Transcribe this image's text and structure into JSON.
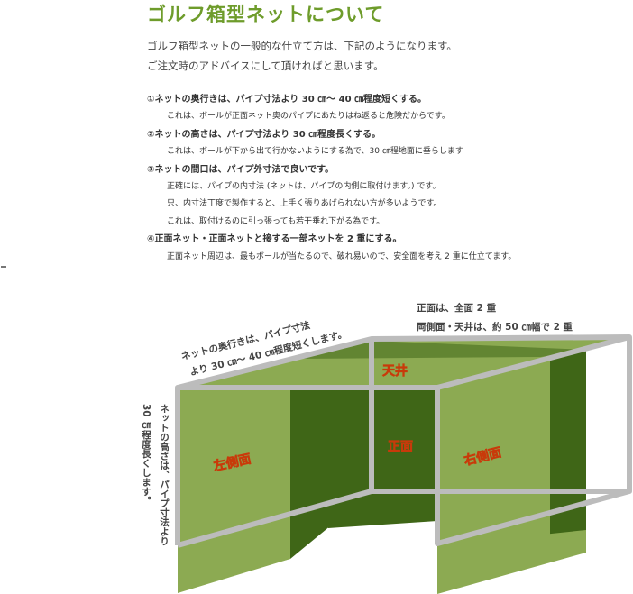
{
  "title": "ゴルフ箱型ネットについて",
  "intro": [
    "ゴルフ箱型ネットの一般的な仕立て方は、下記のようになります。",
    "ご注文時のアドバイスにして頂ければと思います。"
  ],
  "items": [
    {
      "kind": "head",
      "text": "①ネットの奥行きは、パイプ寸法より 30 ㎝～ 40 ㎝程度短くする。"
    },
    {
      "kind": "sub",
      "text": "これは、ボールが正面ネット奥のパイプにあたりはね返ると危険だからです。"
    },
    {
      "kind": "head",
      "text": "②ネットの高さは、パイプ寸法より 30 ㎝程度長くする。"
    },
    {
      "kind": "sub",
      "text": "これは、ボールが下から出て行かないようにする為で、30 ㎝程地面に垂らします"
    },
    {
      "kind": "head",
      "text": "③ネットの間口は、パイプ外寸法で良いです。"
    },
    {
      "kind": "sub",
      "text": "正確には、パイプの内寸法 (ネットは、パイプの内側に取付けます。) です。"
    },
    {
      "kind": "sub",
      "text": "只、内寸法丁度で製作すると、上手く張りあげられない方が多いようです。"
    },
    {
      "kind": "sub",
      "text": "これは、取付けるのに引っ張っても若干垂れ下がる為です。"
    },
    {
      "kind": "head",
      "text": "④正面ネット・正面ネットと接する一部ネットを 2 重にする。"
    },
    {
      "kind": "sub",
      "text": "正面ネット周辺は、最もボールが当たるので、破れ易いので、安全面を考え 2 重に仕立てます。"
    }
  ],
  "diagram": {
    "depth_note": [
      "ネットの奥行きは、パイプ寸法",
      "より 30 ㎝～ 40 ㎝程度短くします。"
    ],
    "height_note": [
      "ネットの高さは、パイプ寸法より",
      "30 ㎝程度長くします。"
    ],
    "front_note": [
      "正面は、全面 2 重",
      "両側面・天井は、約 50 ㎝幅で 2 重"
    ],
    "labels": {
      "ceiling": "天井",
      "left": "左側面",
      "front": "正面",
      "right": "右側面"
    },
    "colors": {
      "light": "#8caa52",
      "dark": "#3f6617",
      "pipe": "#bcbcbc",
      "label_fill": "#ffa31a",
      "label_outline": "#c83a0a",
      "title": "#6e9c2b"
    }
  }
}
